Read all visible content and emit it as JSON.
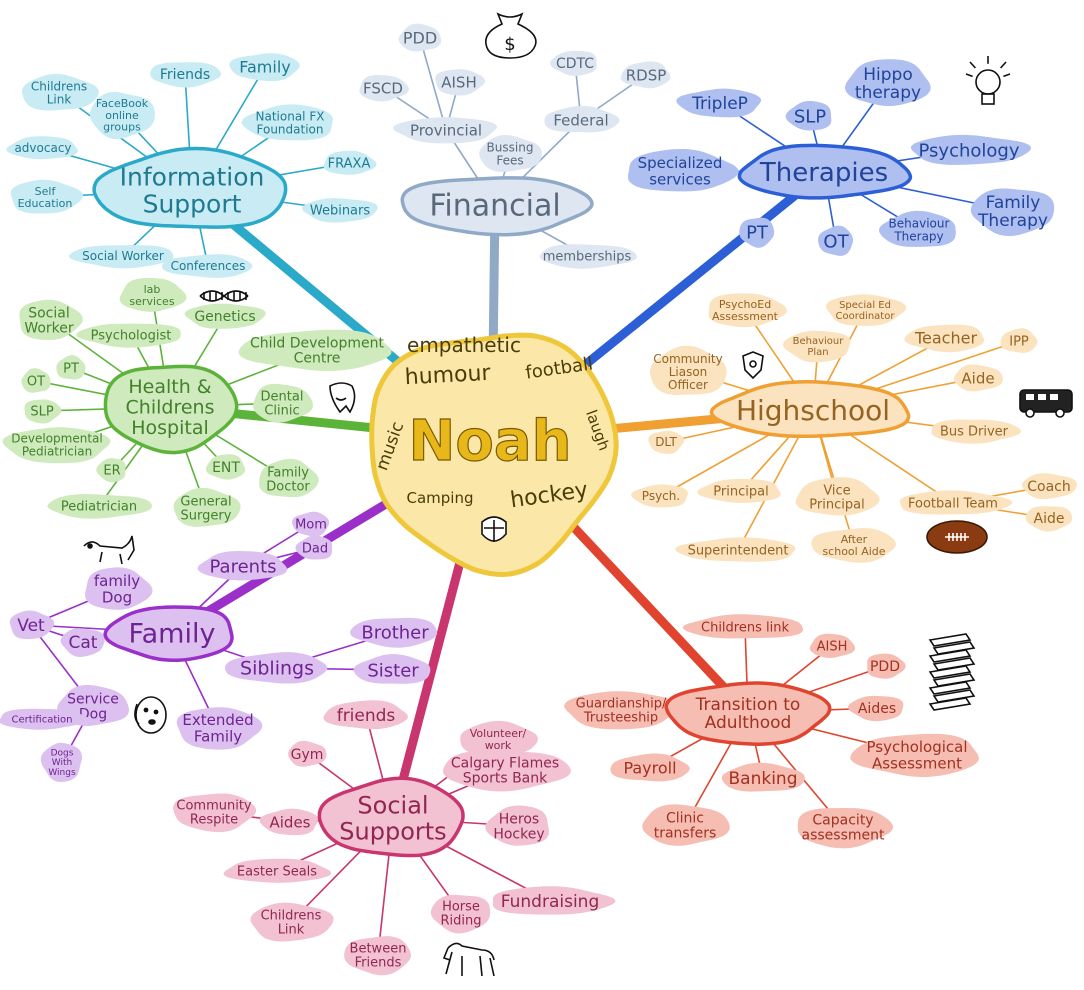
{
  "center": {
    "name": "Noah",
    "traits": [
      "empathetic",
      "humour",
      "football",
      "music",
      "laugh",
      "Camping",
      "hockey"
    ]
  },
  "branches": [
    {
      "key": "information",
      "hub": [
        "Information",
        "Support"
      ],
      "color": "#2aa9c9",
      "fill": "#c9ecf4",
      "leaves": [
        {
          "lines": [
            "Childrens",
            "Link"
          ]
        },
        {
          "lines": [
            "FaceBook",
            "online",
            "groups"
          ]
        },
        {
          "lines": [
            "Friends"
          ]
        },
        {
          "lines": [
            "Family"
          ]
        },
        {
          "lines": [
            "National FX",
            "Foundation"
          ]
        },
        {
          "lines": [
            "advocacy"
          ]
        },
        {
          "lines": [
            "FRAXA"
          ]
        },
        {
          "lines": [
            "Self",
            "Education"
          ]
        },
        {
          "lines": [
            "Webinars"
          ]
        },
        {
          "lines": [
            "Social Worker"
          ]
        },
        {
          "lines": [
            "Conferences"
          ]
        }
      ]
    },
    {
      "key": "financial",
      "hub": [
        "Financial"
      ],
      "color": "#8fa9c7",
      "fill": "#dde6f1",
      "leaves": [
        {
          "lines": [
            "PDD"
          ]
        },
        {
          "lines": [
            "FSCD"
          ]
        },
        {
          "lines": [
            "AISH"
          ]
        },
        {
          "lines": [
            "Provincial"
          ]
        },
        {
          "lines": [
            "CDTC"
          ]
        },
        {
          "lines": [
            "RDSP"
          ]
        },
        {
          "lines": [
            "Federal"
          ]
        },
        {
          "lines": [
            "Bussing",
            "Fees"
          ]
        },
        {
          "lines": [
            "memberships"
          ]
        }
      ]
    },
    {
      "key": "therapies",
      "hub": [
        "Therapies"
      ],
      "color": "#2c5fd6",
      "fill": "#aebff0",
      "leaves": [
        {
          "lines": [
            "TripleP"
          ]
        },
        {
          "lines": [
            "SLP"
          ]
        },
        {
          "lines": [
            "Hippo",
            "therapy"
          ]
        },
        {
          "lines": [
            "Specialized",
            "services"
          ]
        },
        {
          "lines": [
            "Psychology"
          ]
        },
        {
          "lines": [
            "Family",
            "Therapy"
          ]
        },
        {
          "lines": [
            "PT"
          ]
        },
        {
          "lines": [
            "OT"
          ]
        },
        {
          "lines": [
            "Behaviour",
            "Therapy"
          ]
        }
      ]
    },
    {
      "key": "highschool",
      "hub": [
        "Highschool"
      ],
      "color": "#f0a033",
      "fill": "#fbe3c0",
      "leaves": [
        {
          "lines": [
            "PsychoEd",
            "Assessment"
          ]
        },
        {
          "lines": [
            "Special Ed",
            "Coordinator"
          ]
        },
        {
          "lines": [
            "Behaviour",
            "Plan"
          ]
        },
        {
          "lines": [
            "Teacher"
          ]
        },
        {
          "lines": [
            "IPP"
          ]
        },
        {
          "lines": [
            "Community",
            "Liason",
            "Officer"
          ]
        },
        {
          "lines": [
            "Aide"
          ]
        },
        {
          "lines": [
            "Bus Driver"
          ]
        },
        {
          "lines": [
            "DLT"
          ]
        },
        {
          "lines": [
            "Psych."
          ]
        },
        {
          "lines": [
            "Principal"
          ]
        },
        {
          "lines": [
            "Vice",
            "Principal"
          ]
        },
        {
          "lines": [
            "Football Team"
          ]
        },
        {
          "lines": [
            "Coach"
          ]
        },
        {
          "lines": [
            "Aide"
          ]
        },
        {
          "lines": [
            "After",
            "school Aide"
          ]
        },
        {
          "lines": [
            "Superintendent"
          ]
        }
      ]
    },
    {
      "key": "health",
      "hub": [
        "Health &",
        "Childrens",
        "Hospital"
      ],
      "color": "#5cb33a",
      "fill": "#cfeabd",
      "leaves": [
        {
          "lines": [
            "lab",
            "services"
          ]
        },
        {
          "lines": [
            "Social",
            "Worker"
          ]
        },
        {
          "lines": [
            "Genetics"
          ]
        },
        {
          "lines": [
            "Psychologist"
          ]
        },
        {
          "lines": [
            "Child Development",
            "Centre"
          ]
        },
        {
          "lines": [
            "PT"
          ]
        },
        {
          "lines": [
            "OT"
          ]
        },
        {
          "lines": [
            "Dental",
            "Clinic"
          ]
        },
        {
          "lines": [
            "SLP"
          ]
        },
        {
          "lines": [
            "Developmental",
            "Pediatrician"
          ]
        },
        {
          "lines": [
            "ER"
          ]
        },
        {
          "lines": [
            "ENT"
          ]
        },
        {
          "lines": [
            "Family",
            "Doctor"
          ]
        },
        {
          "lines": [
            "General",
            "Surgery"
          ]
        },
        {
          "lines": [
            "Pediatrician"
          ]
        }
      ]
    },
    {
      "key": "family",
      "hub": [
        "Family"
      ],
      "color": "#9a2fc9",
      "fill": "#dcc0ef",
      "leaves": [
        {
          "lines": [
            "Mom"
          ]
        },
        {
          "lines": [
            "Dad"
          ]
        },
        {
          "lines": [
            "Parents"
          ]
        },
        {
          "lines": [
            "family",
            "Dog"
          ]
        },
        {
          "lines": [
            "Vet"
          ]
        },
        {
          "lines": [
            "Cat"
          ]
        },
        {
          "lines": [
            "Brother"
          ]
        },
        {
          "lines": [
            "Siblings"
          ]
        },
        {
          "lines": [
            "Sister"
          ]
        },
        {
          "lines": [
            "Service",
            "Dog"
          ]
        },
        {
          "lines": [
            "Certification"
          ]
        },
        {
          "lines": [
            "Extended",
            "Family"
          ]
        },
        {
          "lines": [
            "Dogs",
            "With",
            "Wings"
          ]
        }
      ]
    },
    {
      "key": "social",
      "hub": [
        "Social",
        "Supports"
      ],
      "color": "#c9356f",
      "fill": "#f2c2d3",
      "leaves": [
        {
          "lines": [
            "friends"
          ]
        },
        {
          "lines": [
            "Volunteer/",
            "work"
          ]
        },
        {
          "lines": [
            "Gym"
          ]
        },
        {
          "lines": [
            "Calgary Flames",
            "Sports Bank"
          ]
        },
        {
          "lines": [
            "Community",
            "Respite"
          ]
        },
        {
          "lines": [
            "Aides"
          ]
        },
        {
          "lines": [
            "Heros",
            "Hockey"
          ]
        },
        {
          "lines": [
            "Easter Seals"
          ]
        },
        {
          "lines": [
            "Fundraising"
          ]
        },
        {
          "lines": [
            "Childrens",
            "Link"
          ]
        },
        {
          "lines": [
            "Horse",
            "Riding"
          ]
        },
        {
          "lines": [
            "Between",
            "Friends"
          ]
        }
      ]
    },
    {
      "key": "transition",
      "hub": [
        "Transition to",
        "Adulthood"
      ],
      "color": "#e0442e",
      "fill": "#f6bdb3",
      "leaves": [
        {
          "lines": [
            "Childrens link"
          ]
        },
        {
          "lines": [
            "AISH"
          ]
        },
        {
          "lines": [
            "PDD"
          ]
        },
        {
          "lines": [
            "Guardianship/",
            "Trusteeship"
          ]
        },
        {
          "lines": [
            "Aides"
          ]
        },
        {
          "lines": [
            "Psychological",
            "Assessment"
          ]
        },
        {
          "lines": [
            "Payroll"
          ]
        },
        {
          "lines": [
            "Banking"
          ]
        },
        {
          "lines": [
            "Clinic",
            "transfers"
          ]
        },
        {
          "lines": [
            "Capacity",
            "assessment"
          ]
        }
      ]
    }
  ],
  "icons": [
    "money-bag-icon",
    "lightbulb-icon",
    "dna-icon",
    "tooth-icon",
    "police-badge-icon",
    "school-bus-icon",
    "football-icon",
    "hockey-mask-icon",
    "dog-icon",
    "dog-face-icon",
    "books-stack-icon",
    "horse-icon"
  ]
}
